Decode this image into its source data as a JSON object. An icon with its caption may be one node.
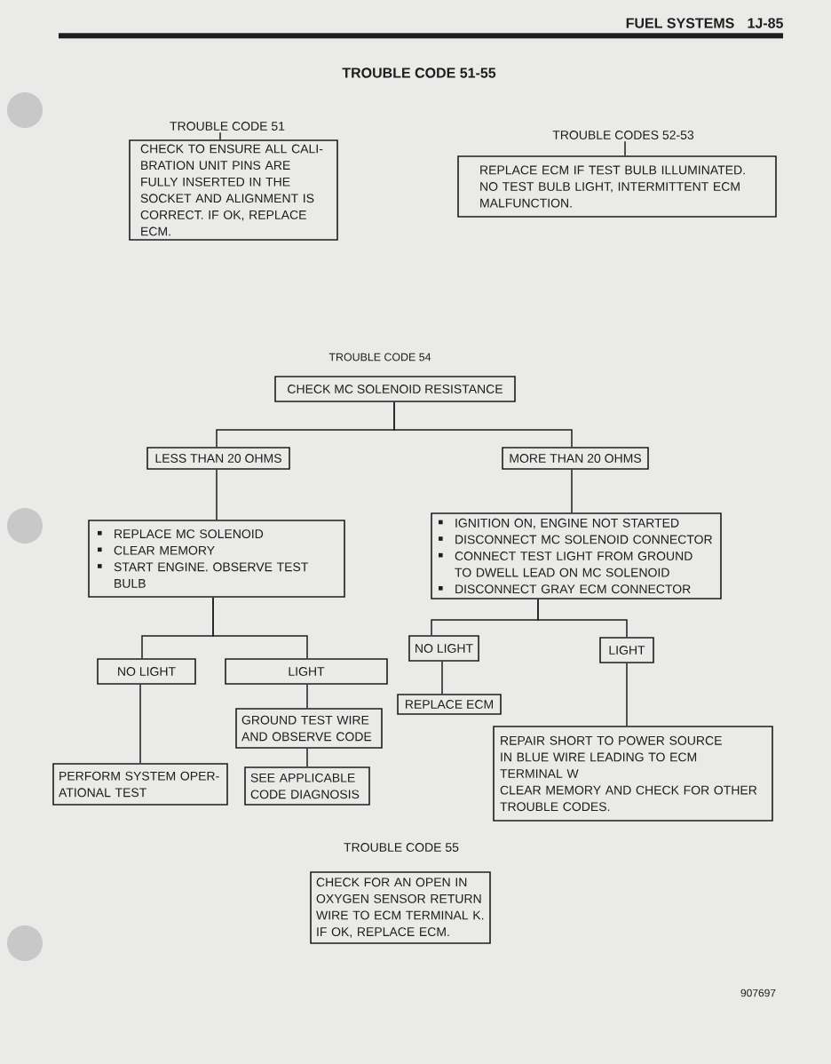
{
  "diagram": {
    "title": "TROUBLE CODE 51-55",
    "nodes": [
      {
        "text": [
          "TROUBLE CODE 51"
        ]
      },
      {
        "text": [
          "CHECK TO ENSURE ALL CALI- BRATION UNIT PINS ARE FULLY INSERTED IN THE SOCKET AND ALIGNMENT IS CORRECT. IF OK, REPLACE ECM."
        ]
      },
      {
        "text": [
          "TROUBLE CODES 52-53"
        ]
      },
      {
        "text": [
          "REPLACE ECM IF TEST BULB ILLUMINATED. NO TEST BULB LIGHT, INTERMITTENT ECM MALFUNCTION."
        ]
      },
      {
        "text": [
          "CHECK MC SOLENOID RESISTANCE"
        ]
      },
      {
        "text": [
          "LESS THAN 20 OHMS"
        ]
      },
      {
        "text": [
          "MORE THAN 20 OHMS"
        ]
      },
      {
        "text": [
          "REPLACE MC SOLENOID",
          "CLEAR MEMORY",
          "START ENGINE. OBSERVE TEST BULB"
        ]
      },
      {
        "text": [
          "IGNITION ON, ENGINE NOT STARTED",
          "DISCONNECT MC SOLENOID CONNECTOR",
          "CONNECT TEST LIGHT FROM GROUND TO DWELL LEAD ON MC SOLENOID",
          "DISCONNECT GRAY ECM CONNECTOR"
        ]
      },
      {
        "text": [
          "NO LIGHT"
        ]
      },
      {
        "text": [
          "LIGHT"
        ]
      },
      {
        "text": [
          "GROUND TEST WIRE AND OBSERVE CODE"
        ]
      },
      {
        "text": [
          "PERFORM SYSTEM OPER- ATIONAL TEST"
        ]
      },
      {
        "text": [
          "SEE APPLICABLE CODE DIAGNOSIS"
        ]
      },
      {
        "text": [
          "NO LIGHT"
        ]
      },
      {
        "text": [
          "LIGHT"
        ]
      },
      {
        "text": [
          "REPLACE ECM"
        ]
      },
      {
        "text": [
          "REPAIR SHORT TO POWER SOURCE IN BLUE WIRE LEADING TO ECM TERMINAL W",
          "CLEAR MEMORY AND CHECK FOR OTHER TROUBLE CODES."
        ]
      },
      {
        "text": [
          "TROUBLE CODE 55",
          "CHECK FOR AN OPEN IN OXYGEN SENSOR RETURN WIRE TO ECM TERMINAL K. IF OK, REPLACE ECM."
        ]
      }
    ],
    "edges": [
      {
        "from": 0,
        "to": 1,
        "arrow": "none"
      },
      {
        "from": 2,
        "to": 3,
        "arrow": "none"
      },
      {
        "from": 4,
        "to": 5,
        "arrow": "none"
      },
      {
        "from": 4,
        "to": 6,
        "arrow": "none"
      },
      {
        "from": 5,
        "to": 7,
        "arrow": "none"
      },
      {
        "from": 6,
        "to": 8,
        "arrow": "none"
      },
      {
        "from": 7,
        "to": 9,
        "arrow": "none"
      },
      {
        "from": 7,
        "to": 10,
        "arrow": "none"
      },
      {
        "from": 9,
        "to": 12,
        "arrow": "none"
      },
      {
        "from": 10,
        "to": 11,
        "arrow": "none"
      },
      {
        "from": 11,
        "to": 13,
        "arrow": "none"
      },
      {
        "from": 8,
        "to": 14,
        "arrow": "none"
      },
      {
        "from": 8,
        "to": 15,
        "arrow": "none"
      },
      {
        "from": 14,
        "to": 16,
        "arrow": "none"
      },
      {
        "from": 15,
        "to": 17,
        "arrow": "none"
      }
    ],
    "labels": [
      "FUEL SYSTEMS",
      "1J-85",
      "TROUBLE CODE 54",
      "907697"
    ]
  }
}
